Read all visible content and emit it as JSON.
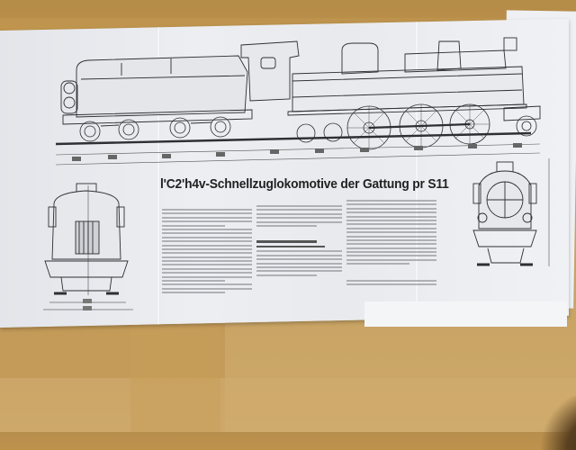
{
  "scene": {
    "description": "Photograph of a printed technical drawing of a steam locomotive lying on a light wooden table",
    "background": "wooden table",
    "colors": {
      "wood": "#c7a262",
      "paper": "#eceef2",
      "ink": "#2a2a2e",
      "text_gray": "#9a9ca2"
    }
  },
  "sheet": {
    "title": "l'C2'h4v-Schnellzuglokomotive der Gattung pr S11",
    "drawings": [
      {
        "name": "side-elevation",
        "label": "Side view of locomotive with tender"
      },
      {
        "name": "rear-view",
        "label": "Rear view of tender"
      },
      {
        "name": "front-view",
        "label": "Front view of locomotive"
      }
    ],
    "text_columns": [
      {
        "name": "description-column",
        "lines": 26
      },
      {
        "name": "specs-column",
        "lines": 18
      },
      {
        "name": "technical-data-column",
        "lines": 22
      }
    ]
  }
}
